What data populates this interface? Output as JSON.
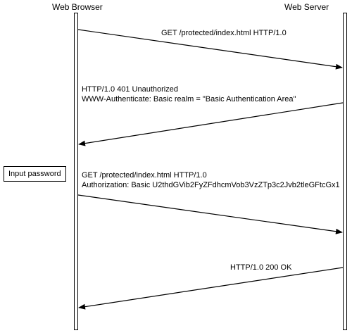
{
  "participants": {
    "browser": "Web Browser",
    "server": "Web Server"
  },
  "messages": [
    {
      "id": "request-1",
      "direction": "browser-to-server",
      "lines": [
        "GET /protected/index.html HTTP/1.0"
      ]
    },
    {
      "id": "response-401",
      "direction": "server-to-browser",
      "lines": [
        "HTTP/1.0 401 Unauthorized",
        "WWW-Authenticate: Basic realm = \"Basic Authentication Area\""
      ]
    },
    {
      "id": "request-2",
      "direction": "browser-to-server",
      "lines": [
        "GET /protected/index.html HTTP/1.0",
        "Authorization: Basic U2thdGVib2FyZFdhcmVob3VzZTp3c2Jvb2tleGFtcGx1"
      ]
    },
    {
      "id": "response-200",
      "direction": "server-to-browser",
      "lines": [
        "HTTP/1.0 200 OK"
      ]
    }
  ],
  "side_note": "Input password",
  "colors": {
    "line": "#000000",
    "background": "#ffffff"
  }
}
